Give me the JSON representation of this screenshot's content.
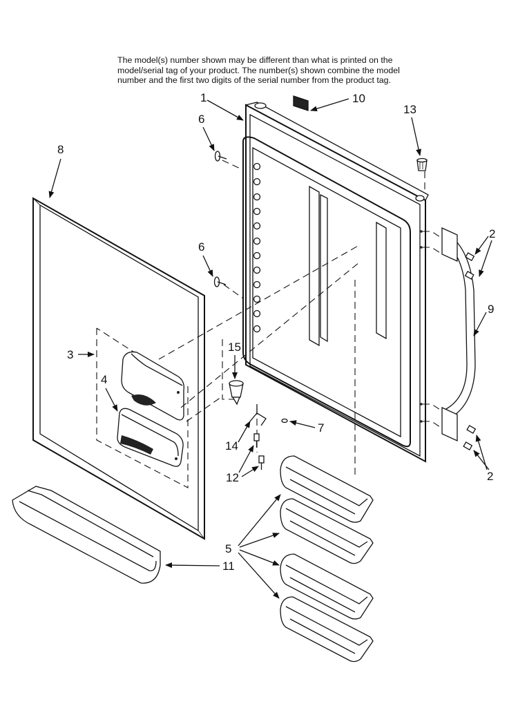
{
  "note": "The model(s) number shown may be different than what is printed on the model/serial tag of your product. The number(s) shown combine the model number and the first two digits of the serial number from the product tag.",
  "callouts": {
    "c1": "1",
    "c2a": "2",
    "c2b": "2",
    "c3": "3",
    "c4": "4",
    "c5": "5",
    "c6a": "6",
    "c6b": "6",
    "c7": "7",
    "c8": "8",
    "c9": "9",
    "c10": "10",
    "c11": "11",
    "c12": "12",
    "c13": "13",
    "c14": "14",
    "c15": "15"
  }
}
